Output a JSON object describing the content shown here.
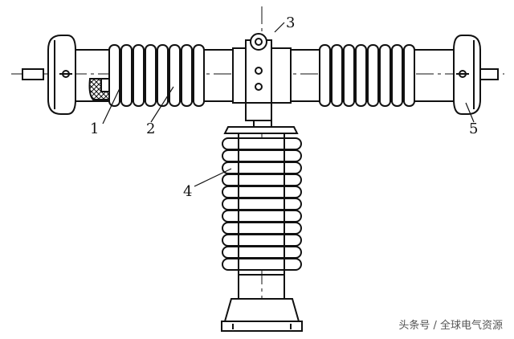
{
  "labels": {
    "l1": "1",
    "l2": "2",
    "l3": "3",
    "l4": "4",
    "l5": "5"
  },
  "watermark": "头条号 / 全球电气资源",
  "colors": {
    "line": "#111111",
    "background": "#ffffff"
  }
}
